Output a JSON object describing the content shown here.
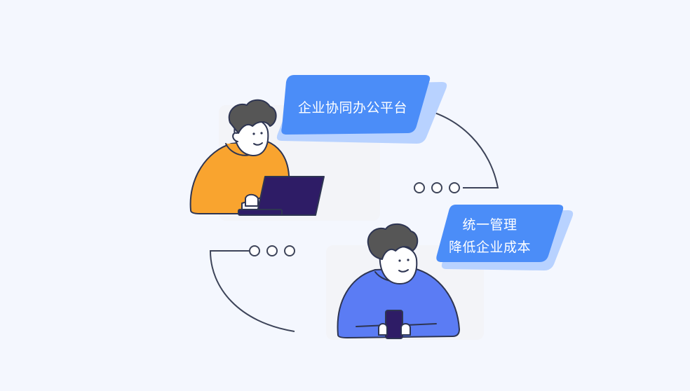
{
  "bubble_top": {
    "text": "企业协同办公平台"
  },
  "bubble_bottom": {
    "line1": "统一管理",
    "line2": "降低企业成本"
  },
  "colors": {
    "background": "#f4f7fe",
    "bubble_blue": "#4b8df8",
    "bubble_shadow": "#b8d2ff",
    "orange_hoodie": "#f9a42f",
    "blue_hoodie": "#5b7cf4",
    "dark_purple": "#2e1c66",
    "outline": "#2e3552"
  }
}
